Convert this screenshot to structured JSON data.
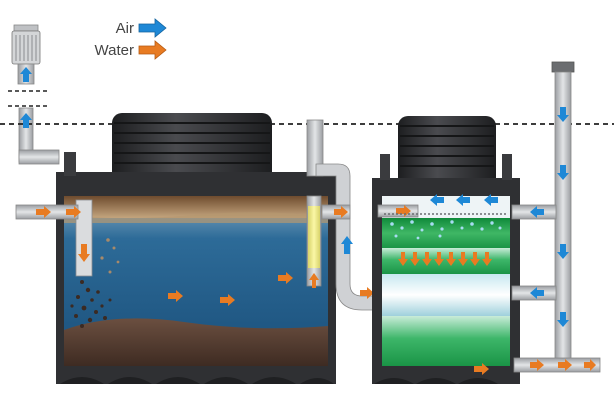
{
  "legend": {
    "items": [
      {
        "label": "Air",
        "color": "#1e88d6"
      },
      {
        "label": "Water",
        "color": "#e87b22"
      }
    ]
  },
  "colors": {
    "tank_body": "#2f3033",
    "tank_ridge": "#1f2022",
    "pipe": "#c9cbce",
    "pipe_edge": "#8f9296",
    "water": "#1f5f8f",
    "water_light": "#5f93b7",
    "sludge": "#5a4236",
    "scum": "#8a6a4a",
    "media_green": "#1f9b48",
    "media_light": "#e8f4f6",
    "air_arrow": "#1e88d6",
    "water_arrow": "#e87b22",
    "ground_line": "#222222"
  },
  "icons": [
    "air-blower-icon",
    "air-arrow-icon",
    "water-arrow-icon",
    "ground-level-line"
  ]
}
